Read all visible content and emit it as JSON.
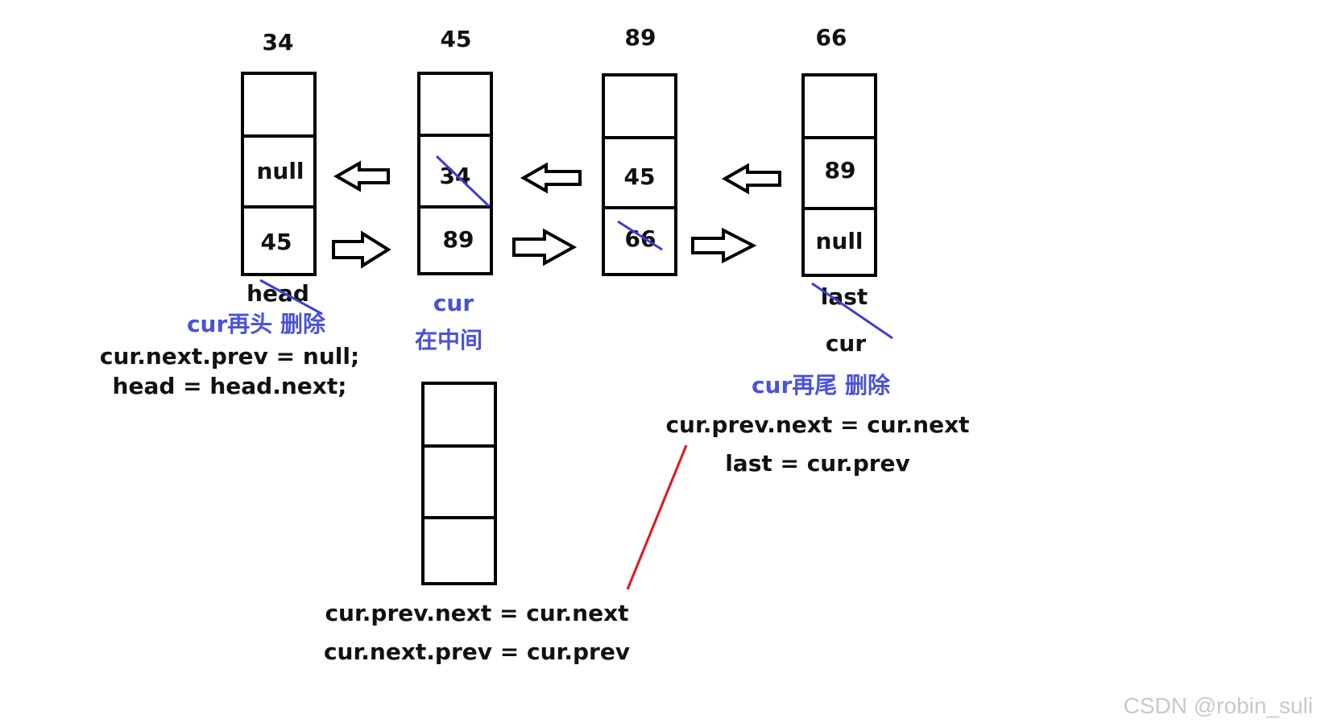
{
  "diagram": {
    "nodes": [
      {
        "id": "node-34",
        "label": "34",
        "cells": [
          "",
          "null",
          "45"
        ],
        "below": "head"
      },
      {
        "id": "node-45",
        "label": "45",
        "cells": [
          "",
          "34",
          "89"
        ],
        "below": ""
      },
      {
        "id": "node-89",
        "label": "89",
        "cells": [
          "",
          "45",
          "66"
        ],
        "below": ""
      },
      {
        "id": "node-66",
        "label": "66",
        "cells": [
          "",
          "89",
          "null"
        ],
        "below": "last"
      }
    ],
    "spare_node": {
      "id": "node-spare",
      "cells": [
        "",
        "",
        ""
      ]
    },
    "head_case": {
      "title": "cur再头 删除",
      "line1": "cur.next.prev = null;",
      "line2": "head = head.next;"
    },
    "middle_case": {
      "cur": "cur",
      "title": "在中间",
      "line1": "cur.prev.next = cur.next",
      "line2": "cur.next.prev = cur.prev"
    },
    "tail_case": {
      "cur": "cur",
      "title": "cur再尾 删除",
      "line1": "cur.prev.next = cur.next",
      "line2": "last = cur.prev"
    },
    "colors": {
      "annotation": "#4a52d8",
      "strike": "#3a40d0",
      "connector": "#e81420"
    }
  },
  "watermark": "CSDN @robin_suli"
}
